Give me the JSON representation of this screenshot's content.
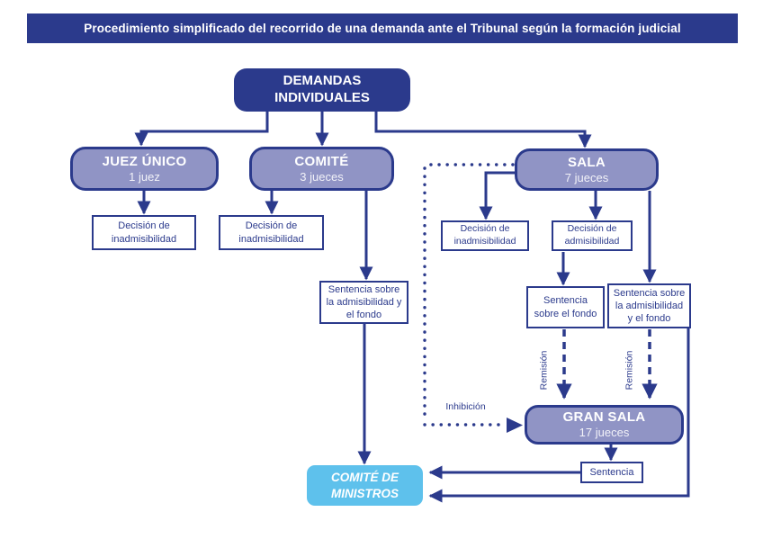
{
  "header": {
    "title": "Procedimiento simplificado del recorrido de una demanda ante el Tribunal según la formación judicial"
  },
  "nodes": {
    "demandas": {
      "label": "DEMANDAS INDIVIDUALES"
    },
    "juez_unico": {
      "label": "JUEZ ÚNICO",
      "sublabel": "1 juez"
    },
    "comite": {
      "label": "COMITÉ",
      "sublabel": "3 jueces"
    },
    "sala": {
      "label": "SALA",
      "sublabel": "7 jueces"
    },
    "gran_sala": {
      "label": "GRAN SALA",
      "sublabel": "17 jueces"
    },
    "decision_inadmisibilidad_juez": {
      "label": "Decisión de inadmisibilidad"
    },
    "decision_inadmisibilidad_comite": {
      "label": "Decisión de inadmisibilidad"
    },
    "decision_inadmisibilidad_sala": {
      "label": "Decisión de inadmisibilidad"
    },
    "decision_admisibilidad_sala": {
      "label": "Decisión de admisibilidad"
    },
    "sentencia_admisibilidad_fondo_comite": {
      "label": "Sentencia sobre la admisibilidad y el fondo"
    },
    "sentencia_fondo_sala": {
      "label": "Sentencia sobre el fondo"
    },
    "sentencia_admisibilidad_fondo_sala": {
      "label": "Sentencia sobre la admisibilidad y el fondo"
    },
    "sentencia_gran_sala": {
      "label": "Sentencia"
    },
    "comite_ministros": {
      "label": "COMITÉ DE MINISTROS"
    }
  },
  "edge_labels": {
    "remision_fondo": "Remisión",
    "remision_admisibilidad": "Remisión",
    "inhibicion": "Inhibición"
  },
  "colors": {
    "dark_blue": "#2b3a8c",
    "lavender": "#9094c5",
    "light_blue": "#5ec1ec",
    "background": "#ffffff"
  }
}
